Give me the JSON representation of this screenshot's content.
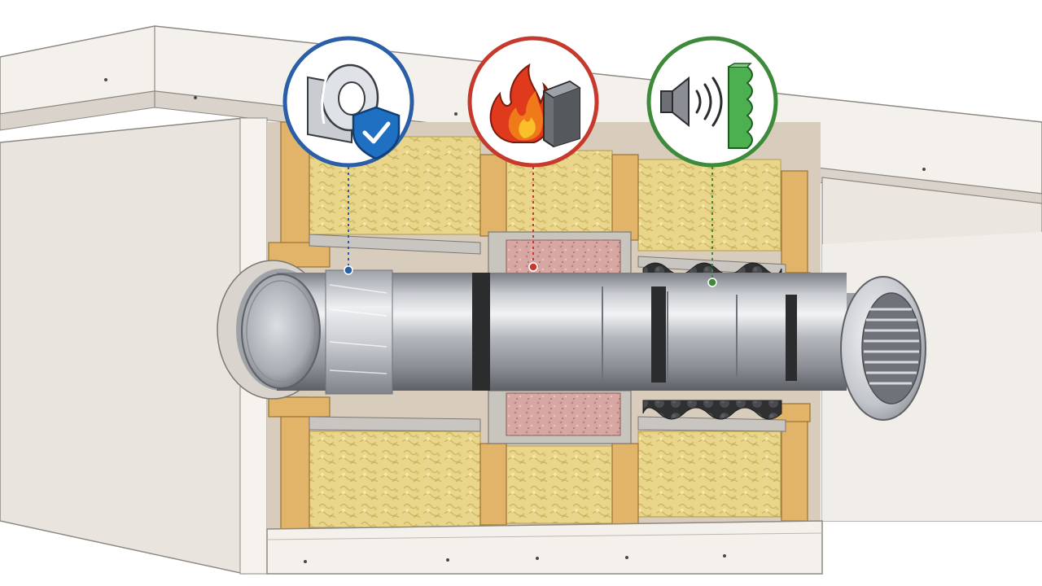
{
  "colors": {
    "background": "#ffffff",
    "drywall_face": "#ece7e1",
    "drywall_edge": "#f7f4f0",
    "drywall_shadow": "#d9d3cc",
    "stud_wood": "#e2b46a",
    "stud_wood_dark": "#b98a45",
    "fiberglass_insulation": "#e9d68a",
    "fiberglass_dark": "#c9b35e",
    "fire_insulation": "#d7a7a3",
    "acoustic_foam": "#3b3b3d",
    "duct_metal": "#b9bcc1",
    "duct_highlight": "#eef0f2",
    "duct_shadow": "#6f7379",
    "foil_tape": "#d8dbdf",
    "callout_seal_ring": "#2a5fa8",
    "callout_fire_ring": "#c53a2c",
    "callout_sound_ring": "#3d8a3a",
    "shield_blue": "#1f6fc2",
    "flame_orange": "#f07a1a",
    "flame_yellow": "#f9c02a",
    "flame_red": "#e03a1c",
    "sound_foam_green": "#4caf50",
    "speaker_gray": "#6c6f74"
  },
  "callouts": [
    {
      "id": "seal",
      "icon": "foil-tape-roll-with-check-shield-icon",
      "ring_color": "#2a5fa8"
    },
    {
      "id": "fire",
      "icon": "flame-and-fire-block-icon",
      "ring_color": "#c53a2c"
    },
    {
      "id": "sound",
      "icon": "speaker-sound-waves-acoustic-foam-icon",
      "ring_color": "#3d8a3a"
    }
  ],
  "components": [
    "drywall-soffit",
    "wood-stud-framing",
    "fiberglass-batt-insulation",
    "fire-rated-mineral-wool-collar",
    "acoustic-egg-crate-foam",
    "round-metal-duct",
    "foil-tape-joint-seal",
    "round-vent-grille"
  ]
}
